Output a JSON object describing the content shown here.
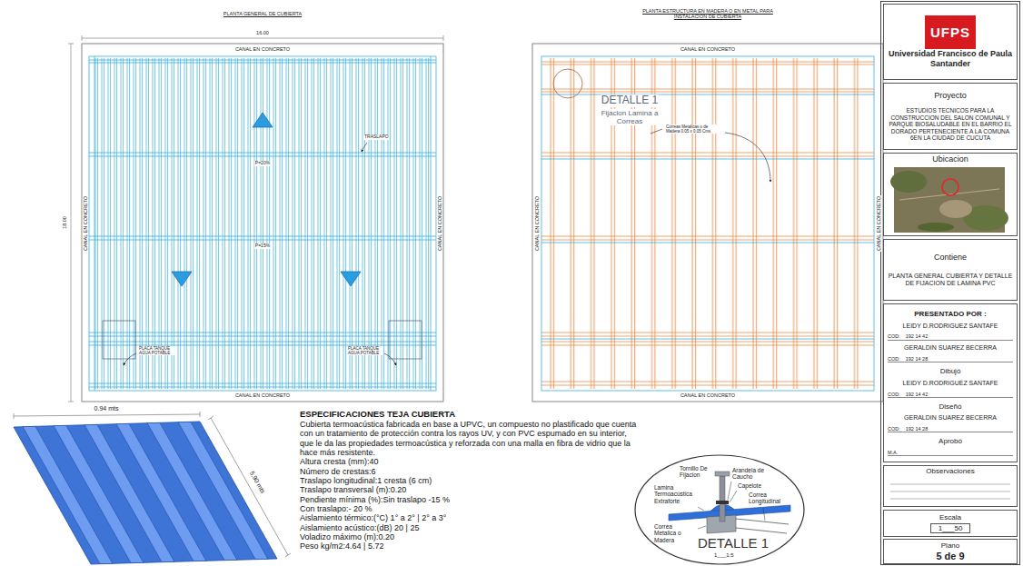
{
  "diagram": {
    "nodes": [
      {
        "text": [
          "UFPS",
          "Universidad Francisco de Paula Santander"
        ]
      },
      {
        "text": [
          "Proyecto",
          "ESTUDIOS TECNICOS PARA LA CONSTRUCCION DEL SALON COMUNAL Y PARQUE BIOSALUDABLE EN EL BARRIO EL DORADO PERTENECIENTE A LA COMUNA 6EN LA CIUDAD DE CUCUTA"
        ]
      },
      {
        "text": [
          "Ubicacion"
        ]
      },
      {
        "text": [
          "Contiene",
          "PLANTA GENERAL CUBIERTA Y DETALLE DE FIJACION DE LAMINA PVC"
        ]
      },
      {
        "text": [
          "PRESENTADO POR :",
          "LEIDY D.RODRIGUEZ SANTAFE",
          "COD:",
          "192 14 42",
          "GERALDIN SUAREZ BECERRA",
          "COD:",
          "192 14 28",
          "Dibujó",
          "LEIDY D.RODRIGUEZ SANTAFE",
          "COD:",
          "192 14 42",
          "Diseñó",
          "GERALDIN SUAREZ BECERRA",
          "COD:",
          "192 14 28",
          "Aprobó",
          "M.A."
        ]
      },
      {
        "text": [
          "Observaciones"
        ]
      },
      {
        "text": [
          "Escala",
          "1___50"
        ]
      },
      {
        "text": [
          "Plano",
          "5 de 9"
        ]
      },
      {
        "text": [
          "Tornillo De Fijacion",
          "Arandela de Caucho",
          "Lamina Termoacústica Extraforte",
          "Capelote",
          "Correa Metalica o Madera",
          "Correa Longitudinal",
          "DETALLE 1",
          "1___1:5"
        ]
      }
    ],
    "labels": [
      "PLANTA GENERAL DE CUBIERTA",
      "16.00",
      "18.00",
      "CANAL EN CONCRETO",
      "CANAL EN CONCRETO",
      "CANAL EN CONCRETO",
      "CANAL EN CONCRETO",
      "TRASLAPO",
      "P=20%",
      "P=15%",
      "PLACA TANQUE AGUA POTABLE",
      "PLACA TANQUE AGUA POTABLE",
      "PLANTA ESTRUCTURA EN MADERA O EN METAL PARA INSTALACION DE CUBIERTA",
      "CANAL EN CONCRETO",
      "CANAL EN CONCRETO",
      "CANAL EN CONCRETO",
      "CANAL EN CONCRETO",
      "DETALLE 1",
      "Fijacion Lamina a Correas",
      "Correas Metalicas o de Madera 0.05 x 0.05 Cms",
      "0.94 mts",
      "5.90 mts",
      "ESPECIFICACIONES TEJA CUBIERTA",
      "Cubierta termoacústica fabricada en base a UPVC, un compuesto no plastificado que cuenta con un tratamiento de protección contra los rayos UV, y con PVC espumado en su interior, que le da las propiedades termoacústica y reforzada con una malla en fibra de vidrio que la hace más resistente.",
      "Altura cresta (mm):40",
      "Número de crestas:6",
      "Traslapo longitudinal:1 cresta (6 cm)",
      "Traslapo transversal (m):0.20",
      "Pendiente mínima (%):Sin traslapo -15 %",
      "Con traslapo:- 20 %",
      "Aislamiento térmico:(°C) 1° a 2° | 2° a 3°",
      "Aislamiento acústico:(dB) 20 | 25",
      "Voladizo máximo (m):0.20",
      "Peso kg/m2:4.64 | 5.72"
    ]
  }
}
